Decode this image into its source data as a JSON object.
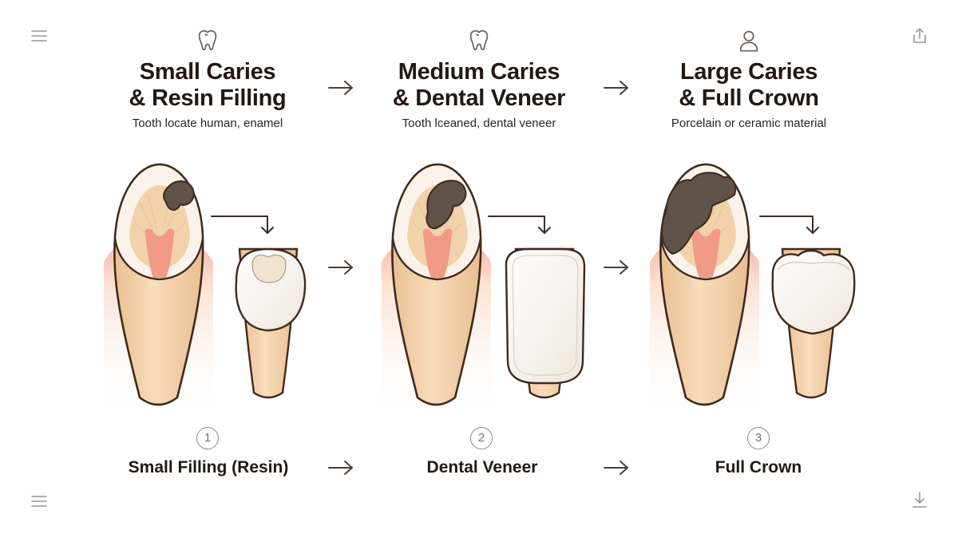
{
  "steps": [
    {
      "head_icon": "tooth-icon",
      "title_line1": "Small Caries",
      "title_line2": "& Resin Filling",
      "subtitle": "Tooth locate human, enamel",
      "number": "1",
      "label": "Small Filling (Resin)"
    },
    {
      "head_icon": "tooth-icon",
      "title_line1": "Medium Caries",
      "title_line2": "& Dental Veneer",
      "subtitle": "Tooth lceaned, dental veneer",
      "number": "2",
      "label": "Dental Veneer"
    },
    {
      "head_icon": "person-icon",
      "title_line1": "Large Caries",
      "title_line2": "& Full Crown",
      "subtitle": "Porcelain or ceramic material",
      "number": "3",
      "label": "Full Crown"
    }
  ],
  "corner_icons": {
    "top_left": "menu-icon",
    "top_right": "share-icon",
    "bottom_left": "menu-icon",
    "bottom_right": "download-icon"
  },
  "colors": {
    "enamel_fill": "#fbf3ea",
    "dentin_fill": "#f1d2ab",
    "root_fill": "#f3d4ac",
    "pulp": "#f19a86",
    "gum": "#f6bdb3",
    "decay": "#5f5248",
    "outline": "#3f2a1d",
    "text": "#231813"
  }
}
